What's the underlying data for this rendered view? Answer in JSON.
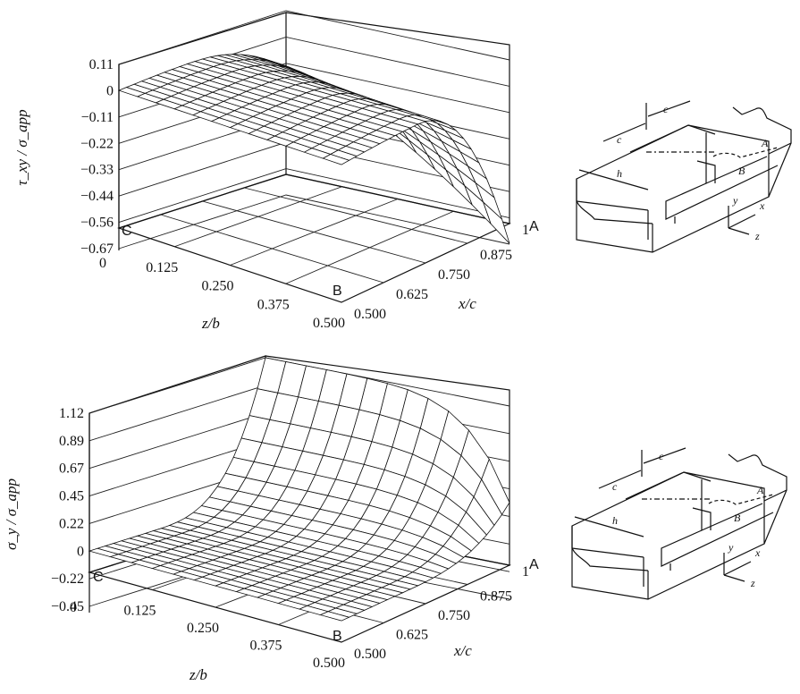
{
  "top_plot": {
    "ylabel": "τ_xy / σ_app",
    "yticks": [
      "0.11",
      "0",
      "−0.11",
      "−0.22",
      "−0.33",
      "−0.44",
      "−0.56",
      "−0.67"
    ],
    "zlabel": "z/b",
    "zticks": [
      "0",
      "0.125",
      "0.250",
      "0.375",
      "0.500"
    ],
    "xlabel": "x/c",
    "xticks": [
      "0.500",
      "0.625",
      "0.750",
      "0.875",
      "1"
    ],
    "points": {
      "A": "A",
      "B": "B",
      "C": "C"
    }
  },
  "bottom_plot": {
    "ylabel": "σ_y / σ_app",
    "yticks": [
      "1.12",
      "0.89",
      "0.67",
      "0.45",
      "0.22",
      "0",
      "−0.22",
      "−0.45"
    ],
    "zlabel": "z/b",
    "zticks": [
      "0",
      "0.125",
      "0.250",
      "0.375",
      "0.500"
    ],
    "xlabel": "x/c",
    "xticks": [
      "0.500",
      "0.625",
      "0.750",
      "0.875",
      "1"
    ],
    "points": {
      "A": "A",
      "B": "B",
      "C": "C"
    }
  },
  "joint_sketch": {
    "dims": {
      "c1": "c",
      "c2": "c",
      "h": "h"
    },
    "points": {
      "A": "A",
      "B": "B"
    },
    "axes": {
      "x": "x",
      "y": "y",
      "z": "z"
    }
  }
}
